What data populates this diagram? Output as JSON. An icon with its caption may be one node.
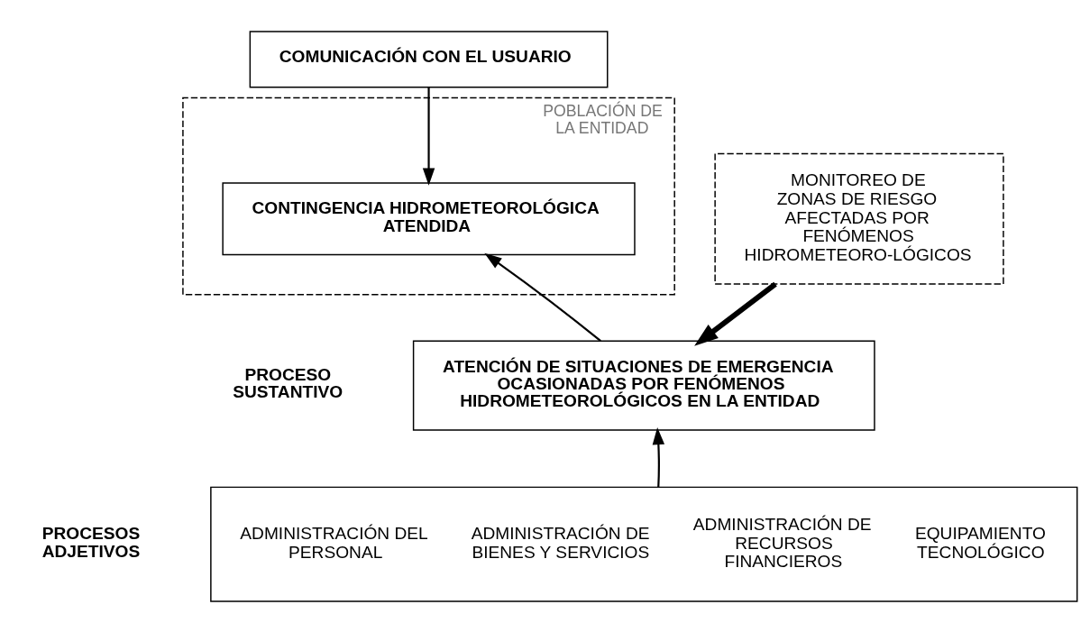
{
  "diagram": {
    "nodes": [
      {
        "text": [
          "COMUNICACIÓN CON EL USUARIO"
        ]
      },
      {
        "text": [
          "MONITOREO DE ZONAS DE RIESGO AFECTADAS POR FENÓMENOS HIDROMETEORO-LÓGICOS"
        ]
      },
      {
        "text": [
          "POBLACIÓN DE LA ENTIDAD"
        ]
      },
      {
        "text": [
          "CONTINGENCIA HIDROMETEOROLÓGICA ATENDIDA"
        ],
        "in": 2
      },
      {
        "text": [
          "ATENCIÓN DE SITUACIONES DE EMERGENCIA OCASIONADAS POR FENÓMENOS HIDROMETEOROLÓGICOS EN LA ENTIDAD"
        ]
      },
      {
        "text": [
          "ADMINISTRACIÓN DEL PERSONAL",
          "ADMINISTRACIÓN DE BIENES Y SERVICIOS",
          "ADMINISTRACIÓN DE RECURSOS FINANCIEROS",
          "EQUIPAMIENTO TECNOLÓGICO"
        ]
      }
    ],
    "labels": [
      "PROCESO SUSTANTIVO",
      "PROCESOS ADJETIVOS"
    ],
    "edges": [
      {
        "from": 0,
        "to": 3,
        "arrow": "to"
      },
      {
        "from": 1,
        "to": 4,
        "arrow": "to",
        "style": "thick"
      },
      {
        "from": 4,
        "to": 3,
        "arrow": "to"
      },
      {
        "from": 5,
        "to": 4,
        "arrow": "to"
      }
    ]
  }
}
